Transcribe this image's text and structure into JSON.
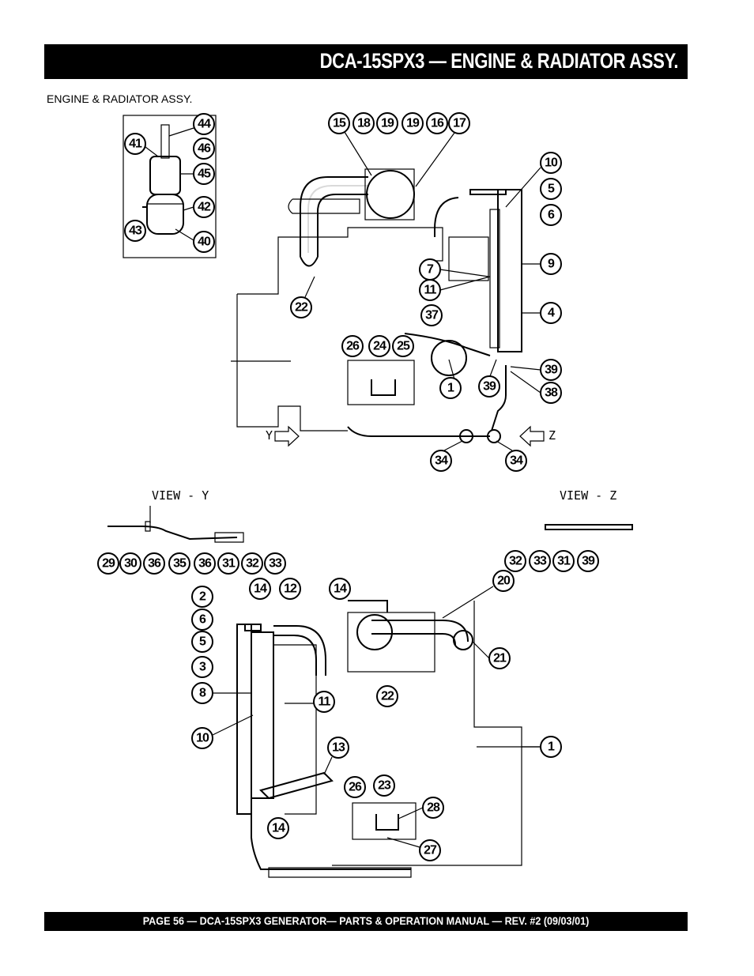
{
  "header": {
    "title": "DCA-15SPX3   — ENGINE & RADIATOR ASSY."
  },
  "section": {
    "label": "ENGINE  & RADIATOR  ASSY."
  },
  "views": {
    "view_y": "VIEW - Y",
    "view_z": "VIEW - Z",
    "arrow_y": "Y",
    "arrow_z": "Z"
  },
  "callouts": {
    "c44": "44",
    "c41": "41",
    "c46": "46",
    "c45": "45",
    "c42": "42",
    "c43": "43",
    "c40": "40",
    "c15": "15",
    "c18": "18",
    "c19a": "19",
    "c19b": "19",
    "c16": "16",
    "c17": "17",
    "c10a": "10",
    "c5a": "5",
    "c6a": "6",
    "c7": "7",
    "c9": "9",
    "c11a": "11",
    "c22a": "22",
    "c37": "37",
    "c4": "4",
    "c26a": "26",
    "c24": "24",
    "c25": "25",
    "c39a": "39",
    "c38": "38",
    "c1a": "1",
    "c39b": "39",
    "c34a": "34",
    "c34b": "34",
    "c29": "29",
    "c30": "30",
    "c36a": "36",
    "c35": "35",
    "c36b": "36",
    "c31a": "31",
    "c32a": "32",
    "c33a": "33",
    "c32b": "32",
    "c33b": "33",
    "c31b": "31",
    "c39c": "39",
    "c2": "2",
    "c14a": "14",
    "c12": "12",
    "c14b": "14",
    "c20": "20",
    "c6b": "6",
    "c5b": "5",
    "c3": "3",
    "c21": "21",
    "c8": "8",
    "c11b": "11",
    "c22b": "22",
    "c10b": "10",
    "c1b": "1",
    "c13": "13",
    "c26b": "26",
    "c23": "23",
    "c28": "28",
    "c14c": "14",
    "c27": "27"
  },
  "footer": {
    "text": "PAGE 56 — DCA-15SPX3  GENERATOR— PARTS & OPERATION MANUAL — REV. #2 (09/03/01)"
  }
}
